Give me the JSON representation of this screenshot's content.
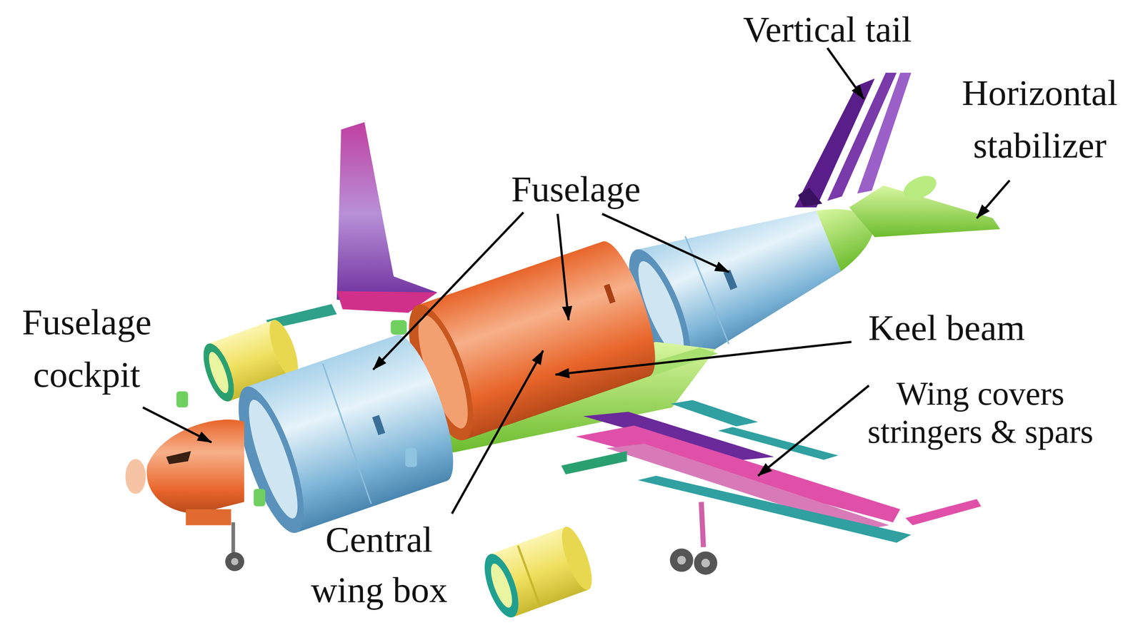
{
  "diagram": {
    "labels": [
      "Vertical tail",
      "Horizontal stabilizer",
      "Fuselage",
      "Fuselage cockpit",
      "Keel beam",
      "Wing covers stringers & spars",
      "Central wing box"
    ]
  }
}
